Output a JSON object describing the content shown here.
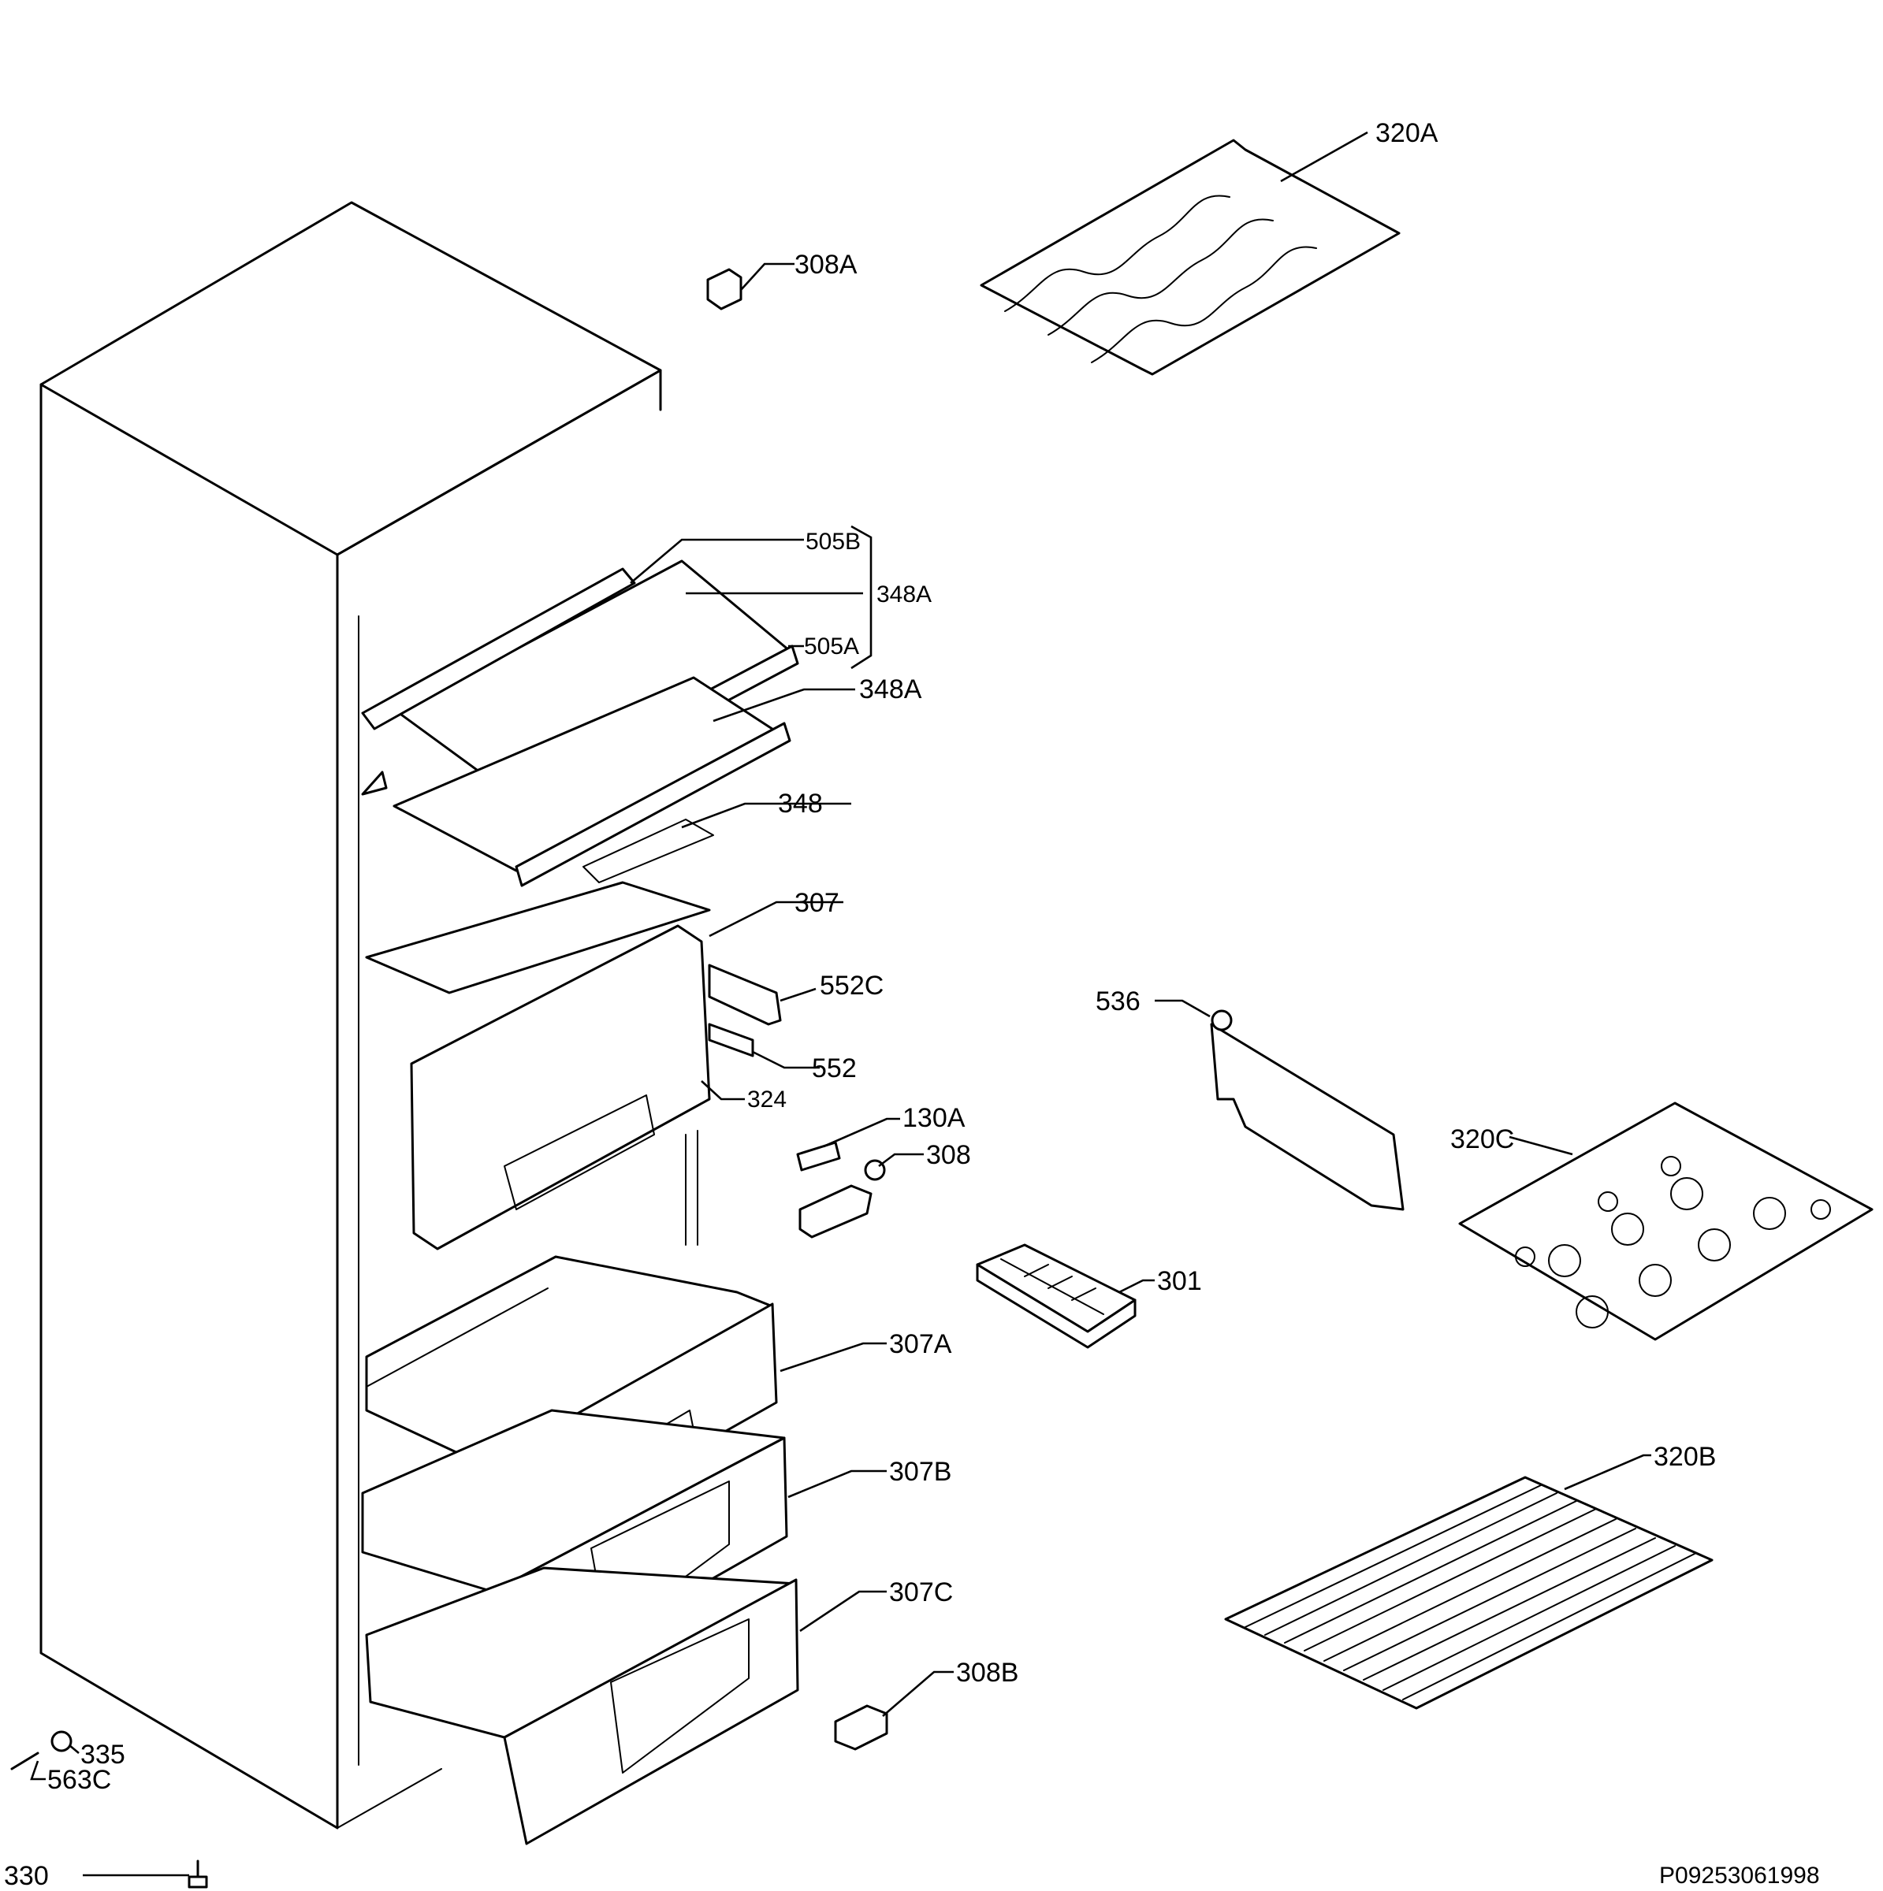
{
  "diagram": {
    "drawing_code": "P09253061998",
    "callouts": [
      {
        "id": "320A",
        "text": "320A"
      },
      {
        "id": "308A",
        "text": "308A"
      },
      {
        "id": "505B",
        "text": "505B"
      },
      {
        "id": "348A-group",
        "text": "348A"
      },
      {
        "id": "505A",
        "text": "505A"
      },
      {
        "id": "348A",
        "text": "348A"
      },
      {
        "id": "348",
        "text": "348"
      },
      {
        "id": "307",
        "text": "307"
      },
      {
        "id": "552C",
        "text": "552C"
      },
      {
        "id": "552",
        "text": "552"
      },
      {
        "id": "324",
        "text": "324"
      },
      {
        "id": "130A",
        "text": "130A"
      },
      {
        "id": "308",
        "text": "308"
      },
      {
        "id": "536",
        "text": "536"
      },
      {
        "id": "320C",
        "text": "320C"
      },
      {
        "id": "301",
        "text": "301"
      },
      {
        "id": "307A",
        "text": "307A"
      },
      {
        "id": "307B",
        "text": "307B"
      },
      {
        "id": "320B",
        "text": "320B"
      },
      {
        "id": "307C",
        "text": "307C"
      },
      {
        "id": "308B",
        "text": "308B"
      },
      {
        "id": "335",
        "text": "335"
      },
      {
        "id": "563C",
        "text": "563C"
      },
      {
        "id": "330",
        "text": "330"
      }
    ]
  }
}
